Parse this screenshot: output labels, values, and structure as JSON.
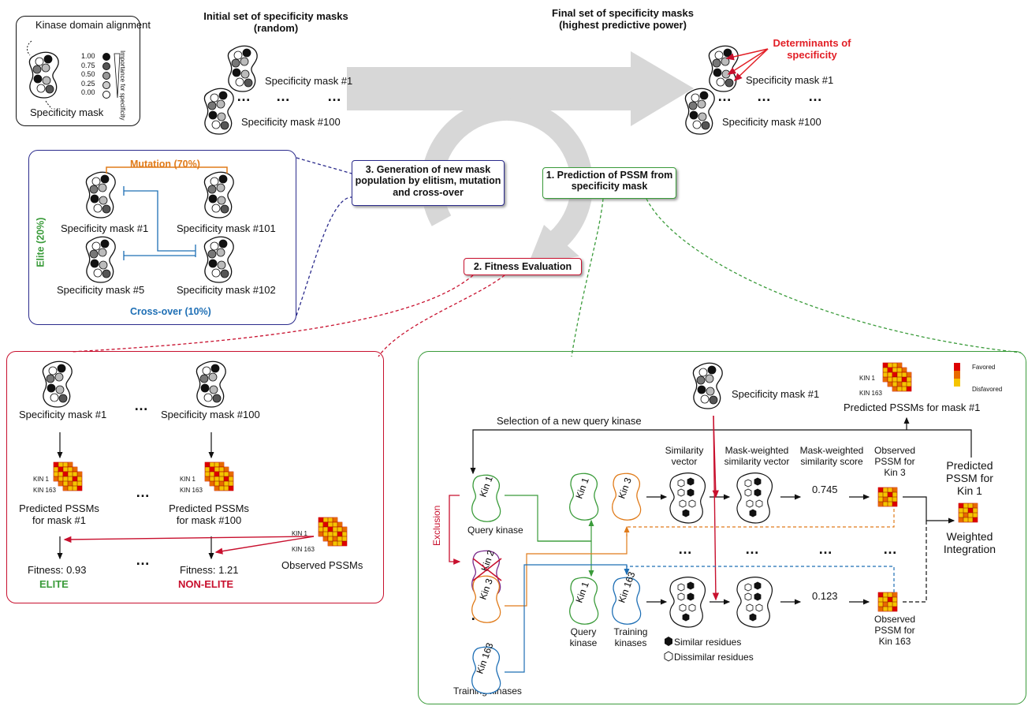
{
  "legend": {
    "alignment": "Kinase domain alignment",
    "mask": "Specificity mask",
    "importance": "Importance for specificity",
    "values": [
      "1.00",
      "0.75",
      "0.50",
      "0.25",
      "0.00"
    ]
  },
  "top": {
    "initial_title": "Initial set of specificity masks (random)",
    "final_title": "Final set of specificity masks (highest predictive power)",
    "mask1": "Specificity mask #1",
    "mask100": "Specificity mask #100",
    "determinants": "Determinants of specificity",
    "dots": "…"
  },
  "steps": {
    "step1": "1. Prediction of PSSM from specificity mask",
    "step2": "2. Fitness Evaluation",
    "step3": "3. Generation of new mask population by elitism, mutation and cross-over"
  },
  "ga_panel": {
    "mutation": "Mutation (70%)",
    "elite": "Elite (20%)",
    "crossover": "Cross-over (10%)",
    "mask1": "Specificity mask #1",
    "mask101": "Specificity mask #101",
    "mask5": "Specificity mask #5",
    "mask102": "Specificity mask #102"
  },
  "fitness_panel": {
    "mask1": "Specificity mask #1",
    "mask100": "Specificity mask #100",
    "pred1": "Predicted PSSMs for mask #1",
    "pred100": "Predicted PSSMs for mask #100",
    "kin1": "KIN 1",
    "kin163": "KIN 163",
    "observed": "Observed PSSMs",
    "fitness1": "Fitness: 0.93",
    "fitness100": "Fitness: 1.21",
    "elite": "ELITE",
    "nonelite": "NON-ELITE",
    "dots": "…"
  },
  "predict_panel": {
    "mask1": "Specificity mask #1",
    "pred_for_mask": "Predicted PSSMs for mask #1",
    "favored": "Favored",
    "disfavored": "Disfavored",
    "kin1": "KIN 1",
    "kin163": "KIN 163",
    "selection": "Selection of a new query kinase",
    "exclusion": "Exclusion",
    "query_kinase": "Query kinase",
    "training_kinases": "Training kinases",
    "query_kinase2": "Query kinase",
    "training_kinases2": "Training kinases",
    "similarity_vector": "Similarity vector",
    "mw_vector": "Mask-weighted similarity vector",
    "mw_score": "Mask-weighted similarity score",
    "score1": "0.745",
    "score2": "0.123",
    "obs3": "Observed PSSM for Kin 3",
    "obs163": "Observed PSSM for Kin 163",
    "pred_kin1": "Predicted PSSM for Kin 1",
    "weighted": "Weighted Integration",
    "similar": "Similar residues",
    "dissimilar": "Dissimilar residues",
    "k1": "Kin 1",
    "k2": "Kin 2",
    "k3": "Kin 3",
    "k163": "Kin 163",
    "dots": "…"
  },
  "colors": {
    "red": "#c8102e",
    "green": "#3a9b3a",
    "blue": "#1e6fb5",
    "orange": "#e07b1a",
    "navy": "#2b2b8c",
    "grey": "#cccccc"
  }
}
